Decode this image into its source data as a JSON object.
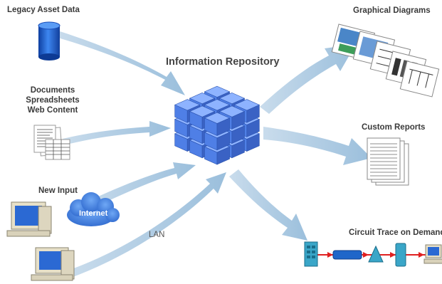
{
  "labels": {
    "legacy_asset_data": "Legacy Asset Data",
    "documents_line1": "Documents",
    "documents_line2": "Spreadsheets",
    "documents_line3": "Web Content",
    "new_input": "New Input",
    "internet": "Internet",
    "lan": "LAN",
    "information_repository": "Information Repository",
    "graphical_diagrams": "Graphical Diagrams",
    "custom_reports": "Custom Reports",
    "circuit_trace": "Circuit Trace on Demand"
  },
  "colors": {
    "arrow": "#a7c6e0",
    "cube_top": "#8eb3ff",
    "cube_front": "#4f7fe6",
    "cube_side": "#3a62c4",
    "database": "#1f5fd0",
    "trace_line": "#e02020",
    "text": "#3a3a3a"
  },
  "icons": [
    "database-icon",
    "documents-icon",
    "computer-icon",
    "cloud-icon",
    "cube-icon",
    "diagram-sheets-icon",
    "report-sheets-icon",
    "circuit-trace-icon"
  ]
}
